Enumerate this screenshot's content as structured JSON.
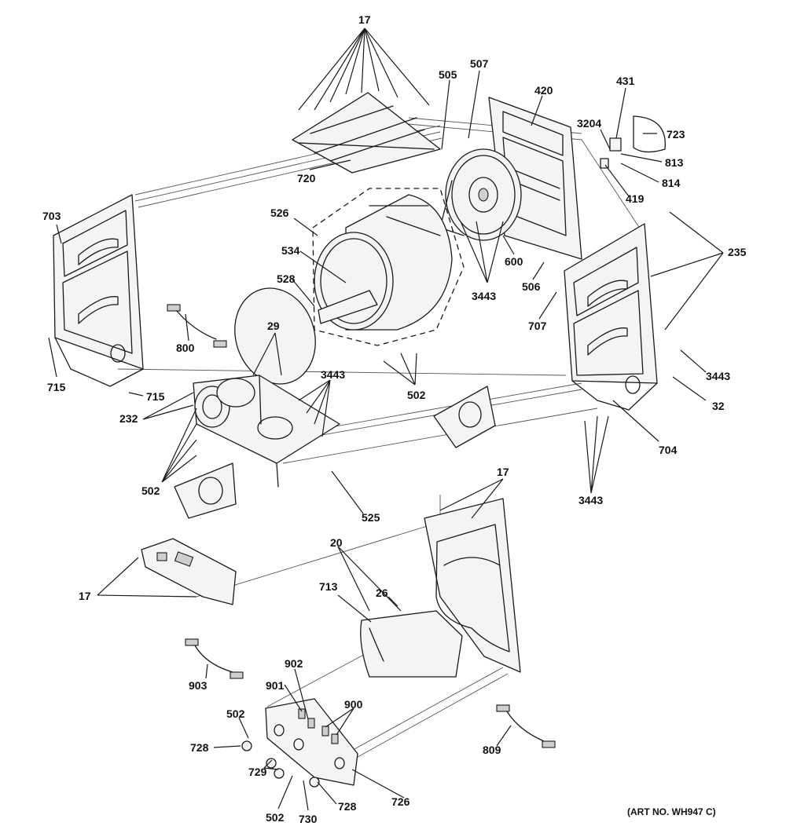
{
  "diagram": {
    "art_number": "(ART NO. WH947 C)",
    "callouts": {
      "c17_top": "17",
      "c505": "505",
      "c507": "507",
      "c420": "420",
      "c431": "431",
      "c3204": "3204",
      "c723": "723",
      "c813": "813",
      "c814": "814",
      "c419": "419",
      "c720": "720",
      "c703": "703",
      "c526": "526",
      "c534": "534",
      "c528": "528",
      "c29": "29",
      "c600": "600",
      "c3443_drum": "3443",
      "c506": "506",
      "c707": "707",
      "c235": "235",
      "c800": "800",
      "c715_left": "715",
      "c715_right": "715",
      "c3443_blower": "3443",
      "c502_drum": "502",
      "c3443_right": "3443",
      "c32": "32",
      "c232": "232",
      "c704": "704",
      "c502_left": "502",
      "c17_front": "17",
      "c3443_bottom": "3443",
      "c525": "525",
      "c20": "20",
      "c713": "713",
      "c26": "26",
      "c17_left": "17",
      "c902": "902",
      "c903": "903",
      "c901": "901",
      "c900": "900",
      "c502_console": "502",
      "c728_left": "728",
      "c809": "809",
      "c729": "729",
      "c726": "726",
      "c728_right": "728",
      "c502_bottom": "502",
      "c730": "730"
    }
  }
}
